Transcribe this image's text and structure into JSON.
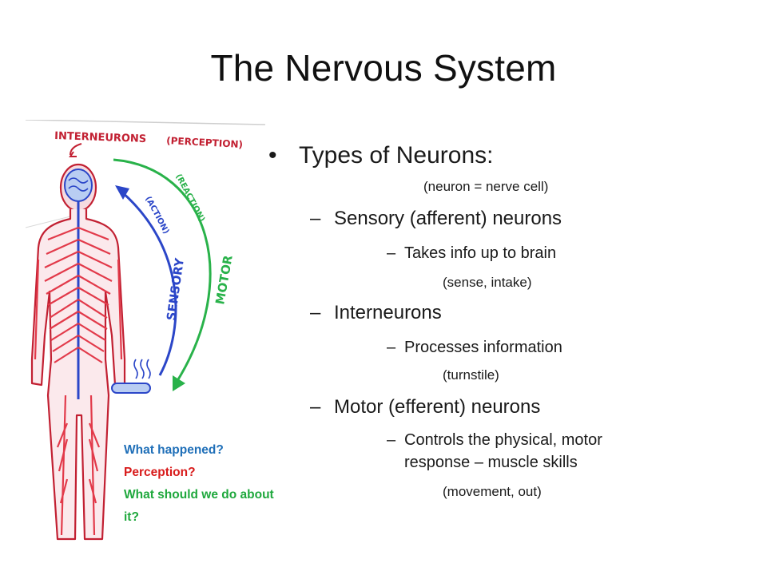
{
  "title": "The Nervous System",
  "figure": {
    "label_interneurons": "INTERNEURONS",
    "label_perception": "(PERCEPTION)",
    "label_reaction": "(REACTION)",
    "label_action": "(ACTION)",
    "label_sensory": "SENSORY",
    "label_motor": "MOTOR",
    "colors": {
      "red": "#e23a4a",
      "blue": "#2b46c8",
      "green": "#29b24a"
    }
  },
  "questions": {
    "q1": "What happened?",
    "q2": "Perception?",
    "q3": "What should we do about it?"
  },
  "content": {
    "heading": "Types of Neurons:",
    "heading_note": "(neuron = nerve cell)",
    "items": [
      {
        "label": "Sensory (afferent) neurons",
        "detail": "Takes info up to brain",
        "note": "(sense, intake)"
      },
      {
        "label": "Interneurons",
        "detail": "Processes information",
        "note": "(turnstile)"
      },
      {
        "label": "Motor (efferent) neurons",
        "detail_line1": "Controls the physical, motor",
        "detail_line2": "response – muscle skills",
        "note": "(movement, out)"
      }
    ],
    "bullet_glyph": "•",
    "dash_glyph": "–"
  }
}
